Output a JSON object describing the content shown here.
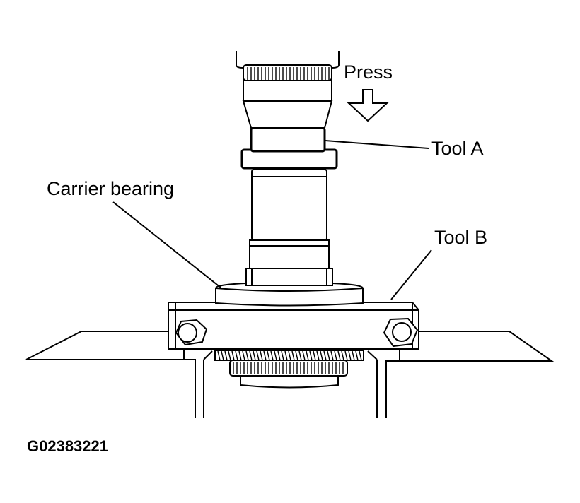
{
  "labels": {
    "press": "Press",
    "tool_a": "Tool A",
    "carrier_bearing": "Carrier bearing",
    "tool_b": "Tool B",
    "figure_code": "G02383221"
  },
  "colors": {
    "line": "#000000",
    "background": "#ffffff"
  }
}
